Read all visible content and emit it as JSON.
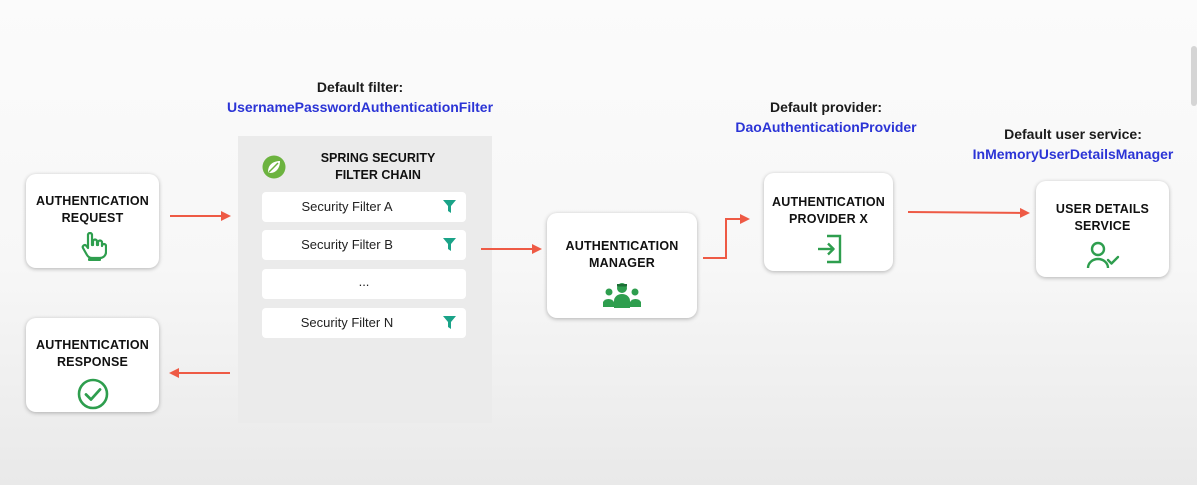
{
  "captions": {
    "filter": {
      "label": "Default filter:",
      "value": "UsernamePasswordAuthenticationFilter"
    },
    "provider": {
      "label": "Default provider:",
      "value": "DaoAuthenticationProvider"
    },
    "user_service": {
      "label": "Default user service:",
      "value": "InMemoryUserDetailsManager"
    }
  },
  "nodes": {
    "auth_request": {
      "line1": "AUTHENTICATION",
      "line2": "REQUEST",
      "icon": "pointing-hand-icon"
    },
    "auth_response": {
      "line1": "AUTHENTICATION",
      "line2": "RESPONSE",
      "icon": "check-circle-icon"
    },
    "filter_chain": {
      "line1": "SPRING SECURITY",
      "line2": "FILTER CHAIN",
      "icon": "spring-leaf-icon",
      "filters": [
        "Security Filter A",
        "Security Filter B",
        "...",
        "Security Filter N"
      ]
    },
    "auth_manager": {
      "line1": "AUTHENTICATION",
      "line2": "MANAGER",
      "icon": "group-people-icon"
    },
    "auth_provider": {
      "line1": "AUTHENTICATION",
      "line2": "PROVIDER X",
      "icon": "login-arrow-icon"
    },
    "user_details": {
      "line1": "USER DETAILS",
      "line2": "SERVICE",
      "icon": "user-check-icon"
    }
  },
  "colors": {
    "arrow": "#ee5a45",
    "icon_green": "#2e9e4e",
    "caption_value": "#2b34d6",
    "filter_icon": "#1aa388"
  }
}
